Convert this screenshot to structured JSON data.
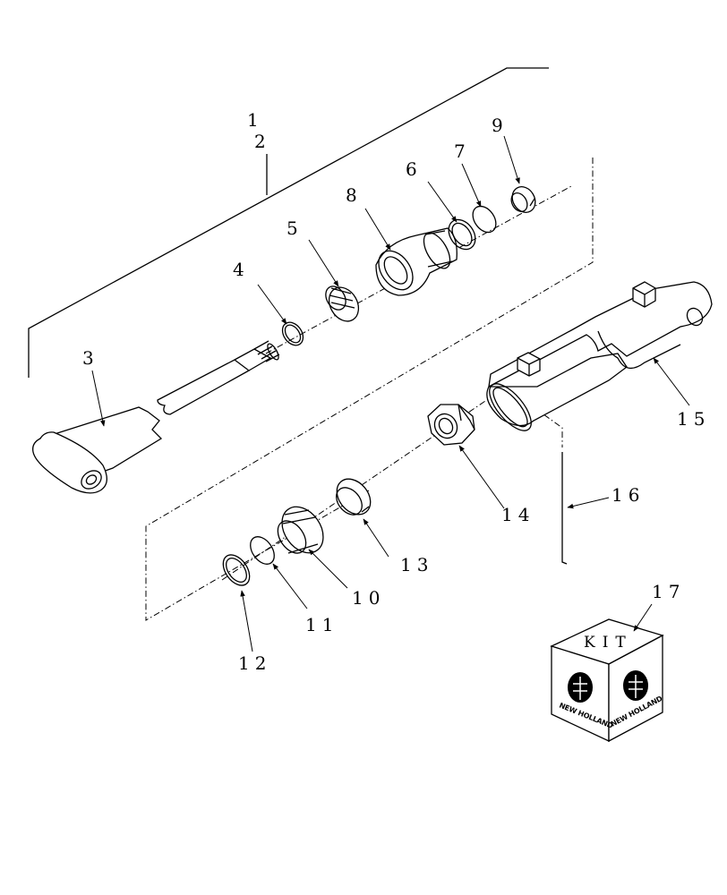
{
  "callouts": {
    "c1": "1",
    "c2": "2",
    "c3": "3",
    "c4": "4",
    "c5": "5",
    "c6": "6",
    "c7": "7",
    "c8": "8",
    "c9": "9",
    "c10": "10",
    "c11": "11",
    "c12": "12",
    "c13": "13",
    "c14": "14",
    "c15": "15",
    "c16": "16",
    "c17": "17"
  },
  "kit": {
    "label": "KIT",
    "brand": "NEW HOLLAND"
  }
}
